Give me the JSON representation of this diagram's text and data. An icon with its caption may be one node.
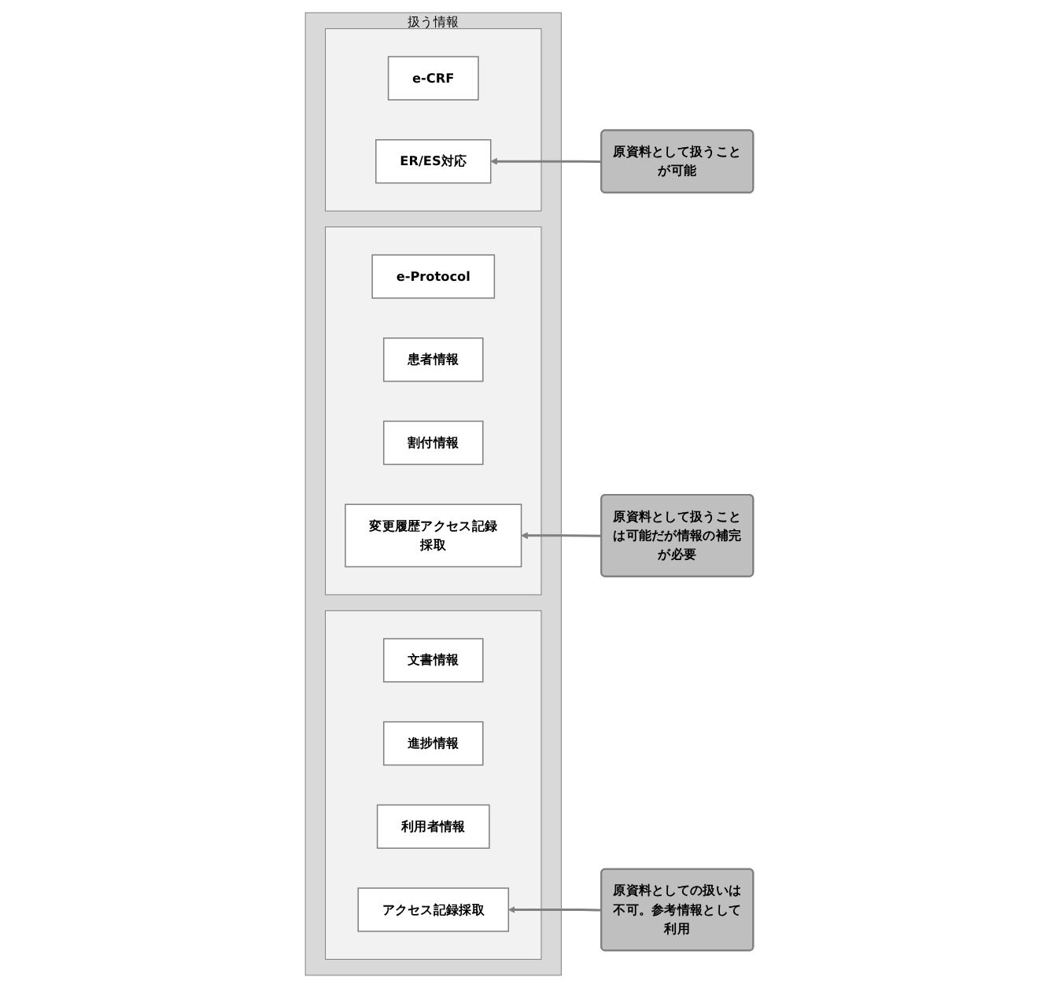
{
  "diagram": {
    "nodes": [
      {
        "text": [
          "扱う情報"
        ]
      },
      {
        "text": [],
        "shape": "box",
        "in": 0
      },
      {
        "text": [
          "e-CRF"
        ],
        "in": 1
      },
      {
        "text": [
          "ER/ES対応"
        ],
        "in": 1
      },
      {
        "text": [],
        "shape": "box",
        "in": 0
      },
      {
        "text": [
          "e-Protocol"
        ],
        "in": 4
      },
      {
        "text": [
          "患者情報"
        ],
        "in": 4
      },
      {
        "text": [
          "割付情報"
        ],
        "in": 4
      },
      {
        "text": [
          "変更履歴アクセス記録採取"
        ],
        "in": 4
      },
      {
        "text": [],
        "shape": "box",
        "in": 0
      },
      {
        "text": [
          "文書情報"
        ],
        "in": 9
      },
      {
        "text": [
          "進捗情報"
        ],
        "in": 9
      },
      {
        "text": [
          "利用者情報"
        ],
        "in": 9
      },
      {
        "text": [
          "アクセス記録採取"
        ],
        "in": 9
      },
      {
        "text": [
          "原資料として扱うことが可能"
        ]
      },
      {
        "text": [
          "原資料として扱うことは可能だが情報の補完が必要"
        ]
      },
      {
        "text": [
          "原資料としての扱いは不可。参考情報として利用"
        ]
      }
    ],
    "edges": [
      {
        "from": 14,
        "to": 3,
        "arrow": "to"
      },
      {
        "from": 15,
        "to": 8,
        "arrow": "to"
      },
      {
        "from": 16,
        "to": 13,
        "arrow": "to"
      }
    ]
  }
}
